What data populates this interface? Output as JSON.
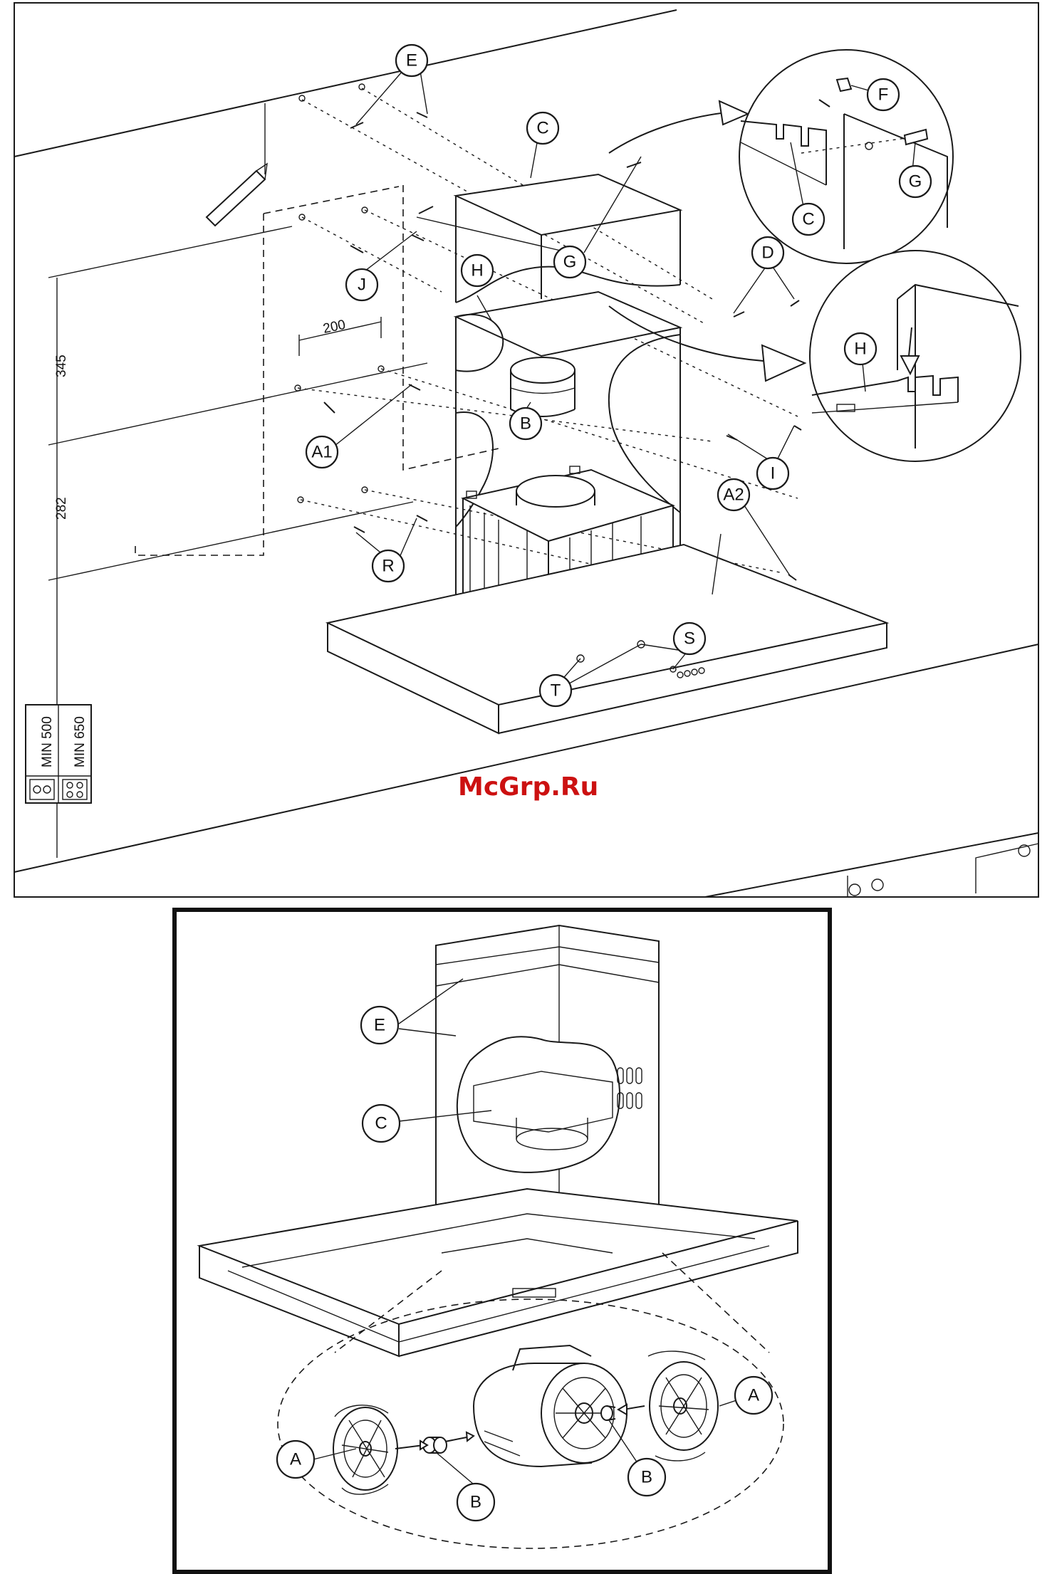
{
  "watermark": "McGrp.Ru",
  "top_diagram": {
    "labels": {
      "E": "E",
      "C": "C",
      "F": "F",
      "G": "G",
      "J": "J",
      "H": "H",
      "D": "D",
      "B": "B",
      "A1": "A1",
      "I": "I",
      "A2": "A2",
      "R": "R",
      "S": "S",
      "T": "T"
    },
    "dimensions": {
      "d200": "200",
      "d345": "345",
      "d282": "282"
    },
    "min_labels": {
      "min500": "MIN 500",
      "min650": "MIN 650"
    }
  },
  "bottom_diagram": {
    "labels": {
      "E": "E",
      "C": "C",
      "A_left": "A",
      "A_right": "A",
      "B_left": "B",
      "B_right": "B"
    }
  }
}
